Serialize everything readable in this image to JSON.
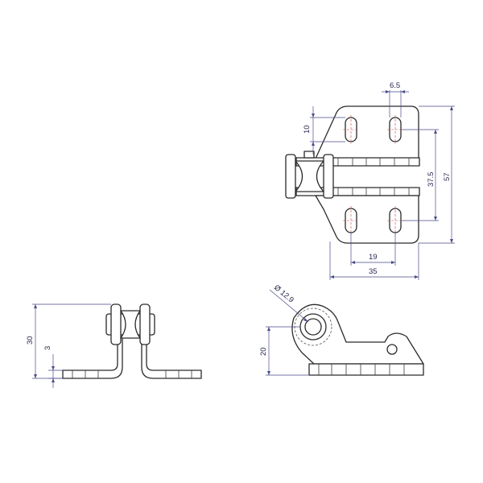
{
  "dimensions": {
    "front_slot_width": "6.5",
    "front_slot_offset": "10",
    "front_hole_spacing_vertical": "37.5",
    "front_overall_height": "57",
    "front_hole_spacing_horizontal": "19",
    "front_overall_width": "35",
    "side_height": "30",
    "side_thickness": "3",
    "iso_bore_diameter": "Ø 12.9",
    "iso_height": "20"
  },
  "colors": {
    "line": "#2a2a2a",
    "dimension": "#4a4a8a",
    "centerline": "#d04040"
  }
}
